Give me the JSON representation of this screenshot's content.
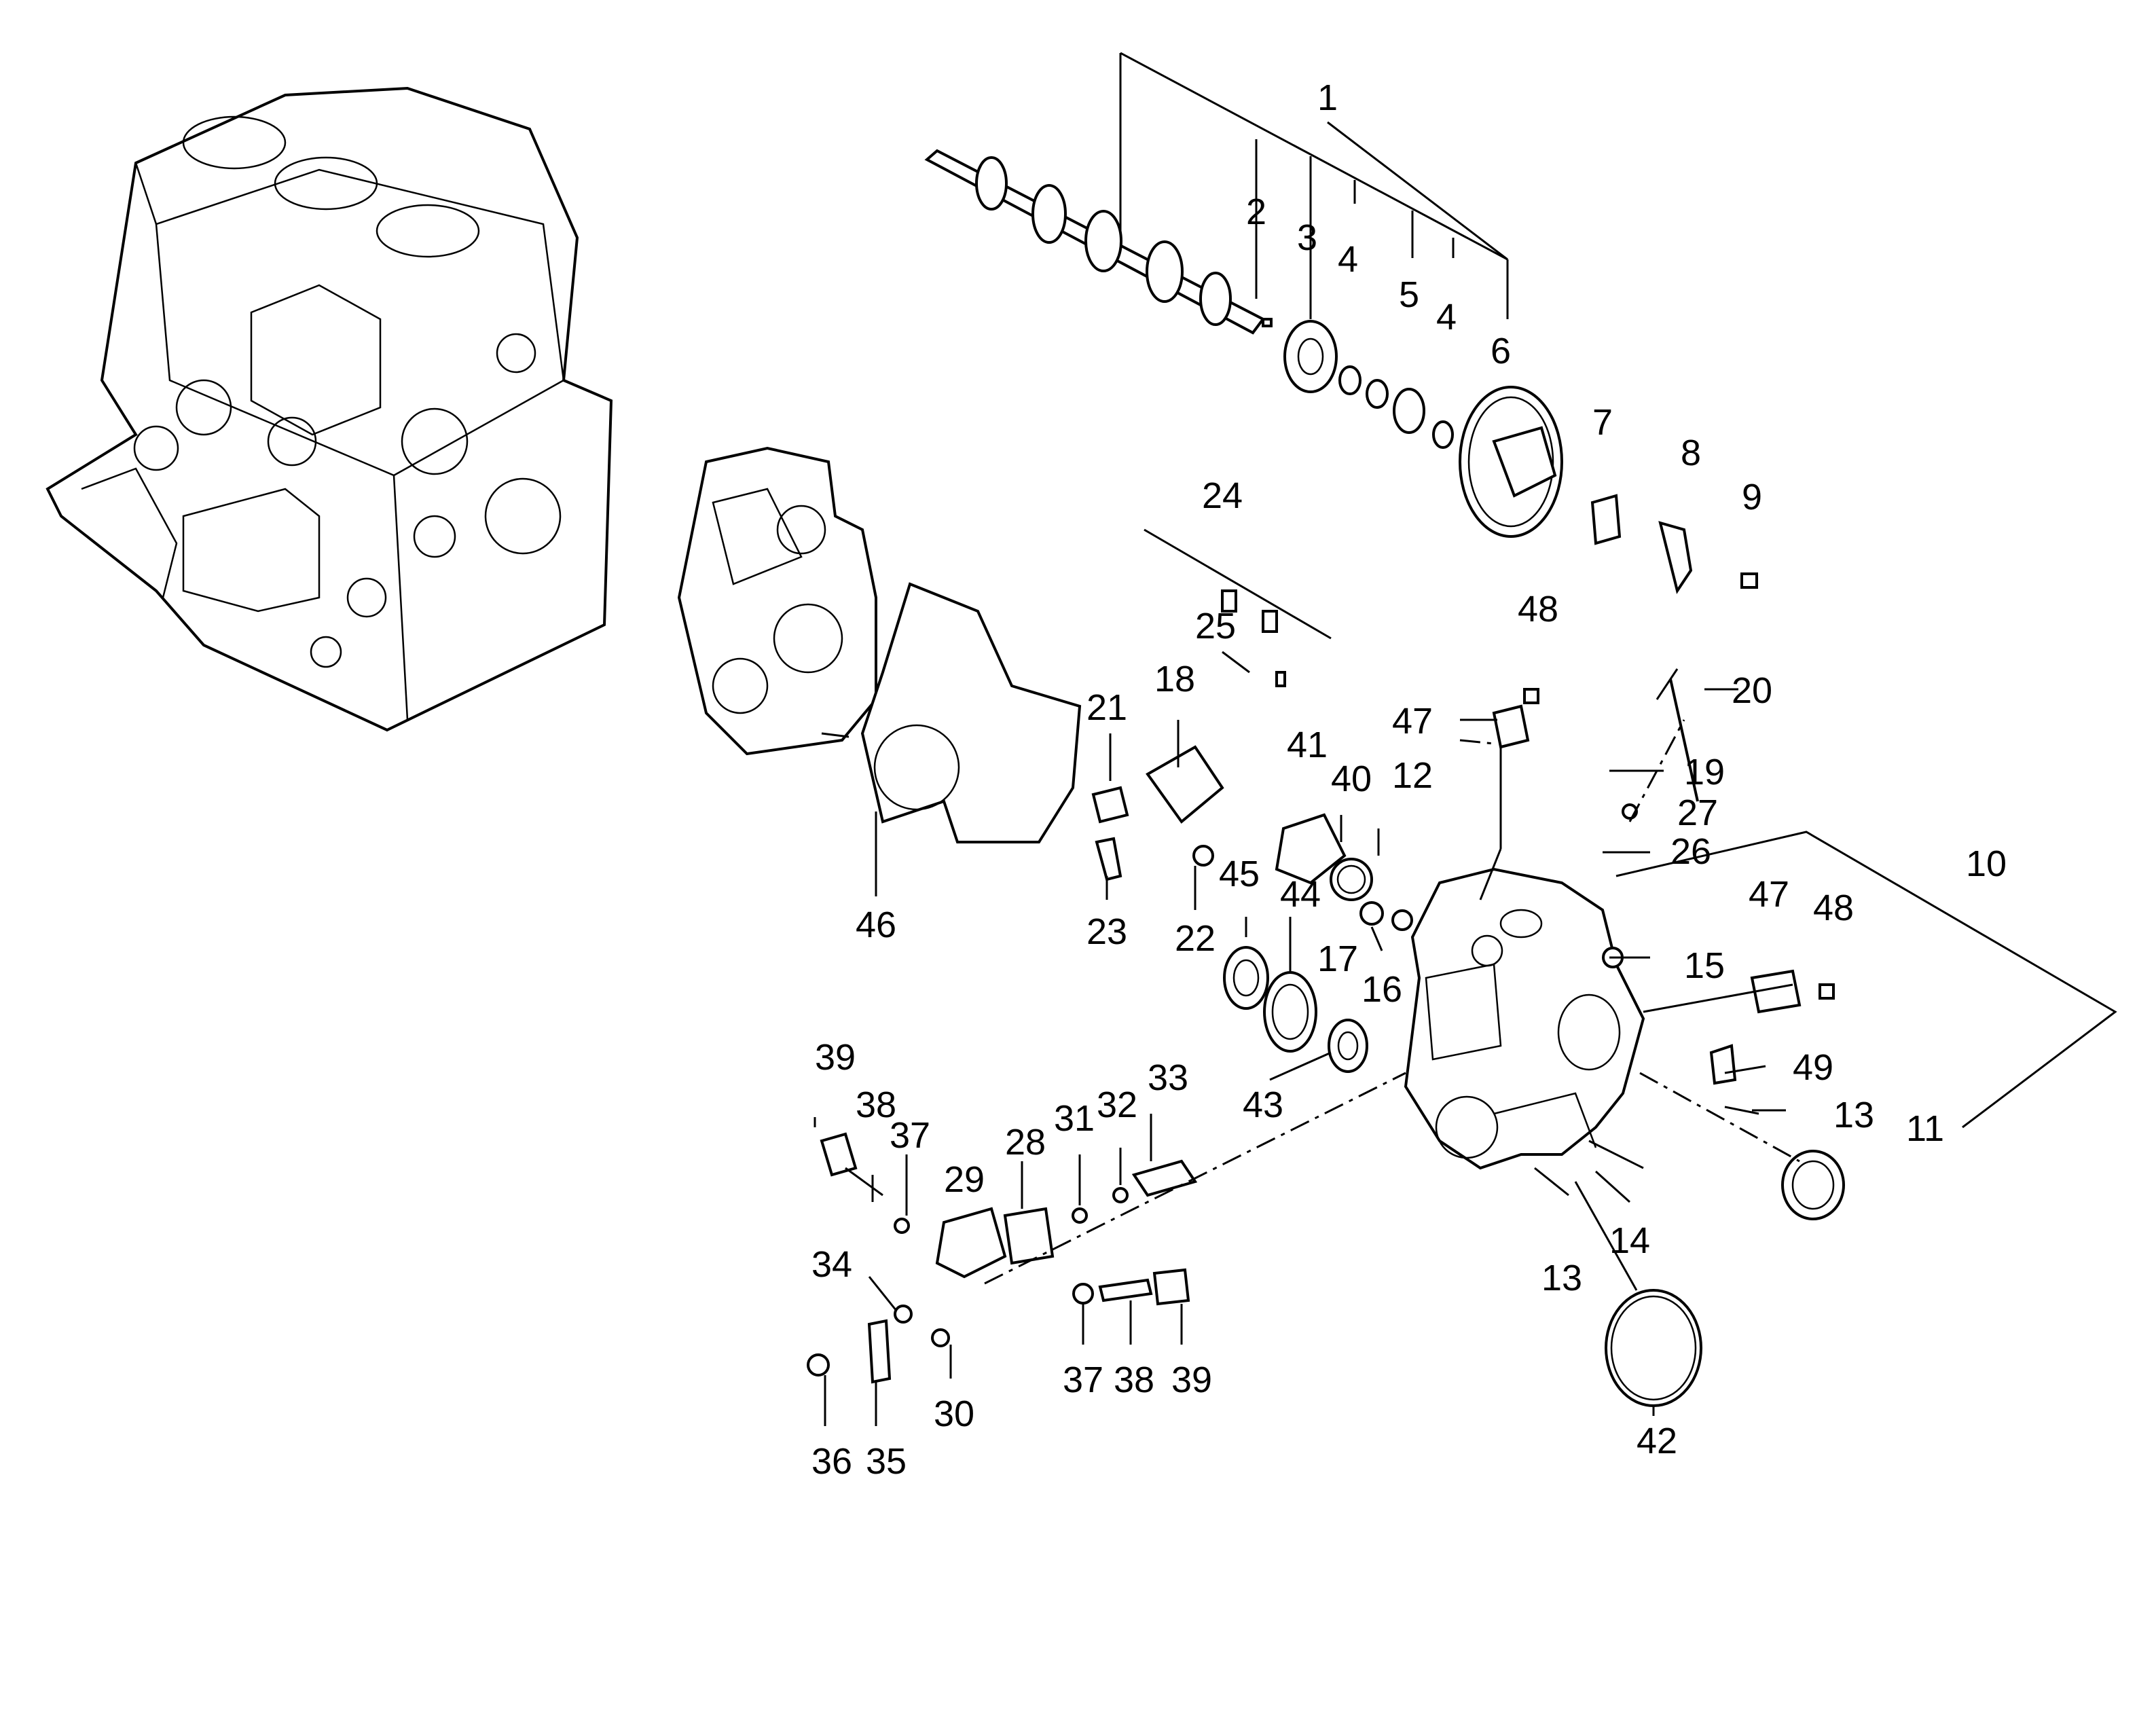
{
  "callouts": [
    {
      "id": "c1",
      "text": "1"
    },
    {
      "id": "c2",
      "text": "2"
    },
    {
      "id": "c3",
      "text": "3"
    },
    {
      "id": "c4a",
      "text": "4"
    },
    {
      "id": "c5",
      "text": "5"
    },
    {
      "id": "c4b",
      "text": "4"
    },
    {
      "id": "c6",
      "text": "6"
    },
    {
      "id": "c7",
      "text": "7"
    },
    {
      "id": "c8",
      "text": "8"
    },
    {
      "id": "c9",
      "text": "9"
    },
    {
      "id": "c10",
      "text": "10"
    },
    {
      "id": "c11",
      "text": "11"
    },
    {
      "id": "c12",
      "text": "12"
    },
    {
      "id": "c13a",
      "text": "13"
    },
    {
      "id": "c13b",
      "text": "13"
    },
    {
      "id": "c14",
      "text": "14"
    },
    {
      "id": "c15",
      "text": "15"
    },
    {
      "id": "c16",
      "text": "16"
    },
    {
      "id": "c17",
      "text": "17"
    },
    {
      "id": "c18",
      "text": "18"
    },
    {
      "id": "c19",
      "text": "19"
    },
    {
      "id": "c20",
      "text": "20"
    },
    {
      "id": "c21",
      "text": "21"
    },
    {
      "id": "c22",
      "text": "22"
    },
    {
      "id": "c23",
      "text": "23"
    },
    {
      "id": "c24",
      "text": "24"
    },
    {
      "id": "c25",
      "text": "25"
    },
    {
      "id": "c26",
      "text": "26"
    },
    {
      "id": "c27",
      "text": "27"
    },
    {
      "id": "c28",
      "text": "28"
    },
    {
      "id": "c29",
      "text": "29"
    },
    {
      "id": "c30",
      "text": "30"
    },
    {
      "id": "c31",
      "text": "31"
    },
    {
      "id": "c32",
      "text": "32"
    },
    {
      "id": "c33",
      "text": "33"
    },
    {
      "id": "c34",
      "text": "34"
    },
    {
      "id": "c35",
      "text": "35"
    },
    {
      "id": "c36",
      "text": "36"
    },
    {
      "id": "c37a",
      "text": "37"
    },
    {
      "id": "c37b",
      "text": "37"
    },
    {
      "id": "c38a",
      "text": "38"
    },
    {
      "id": "c38b",
      "text": "38"
    },
    {
      "id": "c39a",
      "text": "39"
    },
    {
      "id": "c39b",
      "text": "39"
    },
    {
      "id": "c40",
      "text": "40"
    },
    {
      "id": "c41",
      "text": "41"
    },
    {
      "id": "c42",
      "text": "42"
    },
    {
      "id": "c43",
      "text": "43"
    },
    {
      "id": "c44",
      "text": "44"
    },
    {
      "id": "c45",
      "text": "45"
    },
    {
      "id": "c46",
      "text": "46"
    },
    {
      "id": "c47a",
      "text": "47"
    },
    {
      "id": "c47b",
      "text": "47"
    },
    {
      "id": "c48a",
      "text": "48"
    },
    {
      "id": "c48b",
      "text": "48"
    },
    {
      "id": "c49",
      "text": "49"
    }
  ]
}
